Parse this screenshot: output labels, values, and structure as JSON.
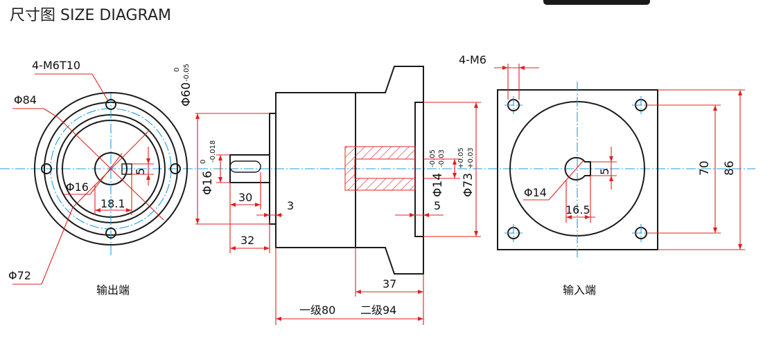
{
  "title": "尺寸图 SIZE DIAGRAM",
  "output_view": {
    "caption": "输出端",
    "labels": {
      "holes": "4-M6T10",
      "bolt_circle": "Φ84",
      "bore": "Φ16",
      "key_height": "18.1",
      "key_width": "5",
      "pilot": "Φ72"
    }
  },
  "side_view": {
    "pilot_dia": "Φ60",
    "pilot_tol_upper": "0",
    "pilot_tol_lower": "-0.05",
    "shaft_dia": "Φ16",
    "shaft_tol_upper": "0",
    "shaft_tol_lower": "-0.018",
    "key_length": "30",
    "pilot_depth": "3",
    "shaft_length": "32",
    "bore_dia": "Φ14",
    "bore_tol_upper": "-0.05",
    "bore_tol_lower": "-0.03",
    "spigot_dia": "Φ73",
    "spigot_tol_upper": "+0.05",
    "spigot_tol_lower": "+0.03",
    "spigot_depth": "5",
    "flange_len": "37",
    "len_stage1": "一级80",
    "len_stage2": "二级94"
  },
  "input_view": {
    "caption": "输入端",
    "labels": {
      "holes": "4-M6",
      "bore": "Φ14",
      "key_width": "5",
      "key_depth": "16.5",
      "hole_pitch": "70",
      "flange_size": "86"
    }
  },
  "colors": {
    "outline": "#1a1a1a",
    "centerline": "#1e9be8",
    "dimension": "#e02020"
  }
}
